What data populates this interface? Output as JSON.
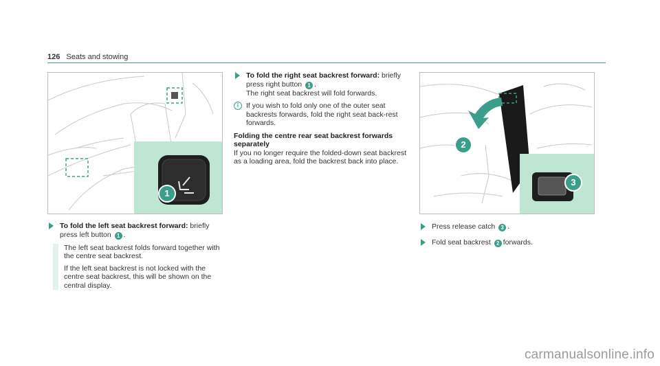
{
  "header": {
    "page_number": "126",
    "section_title": "Seats and stowing"
  },
  "left": {
    "step_title": "To fold the left seat backrest forward:",
    "step_text_a": " briefly press left button ",
    "step_badge": "1",
    "step_text_b": ".",
    "line2": "The left seat backrest folds forward together with the centre seat backrest.",
    "line3": "If the left seat backrest is not locked with the centre seat backrest, this will be shown on the central display."
  },
  "middle": {
    "step_title": "To fold the right seat backrest forward:",
    "step_text_a": " briefly press right button ",
    "step_badge": "1",
    "step_text_b": ".",
    "line2": "The right seat backrest will fold forwards.",
    "info": "If you wish to fold only one of the outer seat backrests forwards, fold the right seat back-rest forwards.",
    "subhead": "Folding the centre rear seat backrest forwards separately",
    "para": "If you no longer require the folded-down seat backrest as a loading area, fold the backrest back into place."
  },
  "right": {
    "step1_text": "Press release catch ",
    "step1_badge": "3",
    "step1_end": ".",
    "step2_text_a": "Fold seat backrest ",
    "step2_badge": "2",
    "step2_text_b": "forwards."
  },
  "figure_left": {
    "callout": "1"
  },
  "figure_right": {
    "callout_a": "2",
    "callout_b": "3"
  },
  "watermark": "carmanualsonline.info",
  "colors": {
    "accent": "#3a9e8a",
    "inset_bg": "#bfe6d3"
  }
}
